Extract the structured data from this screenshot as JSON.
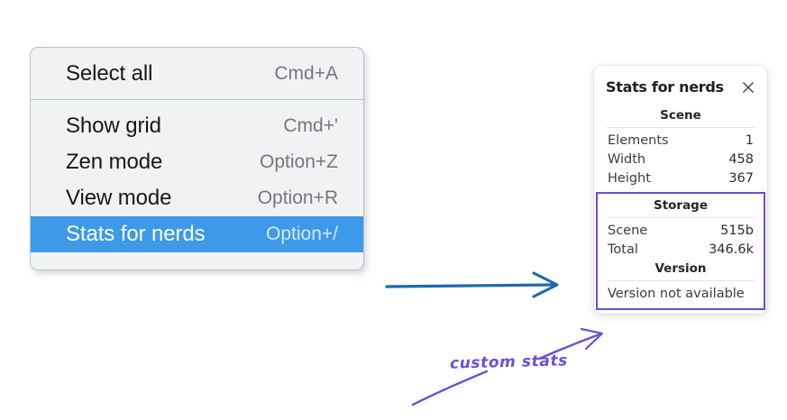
{
  "context_menu": {
    "groups": [
      {
        "name": "group-primary",
        "items": [
          {
            "label": "Select all",
            "shortcut": "Cmd+A",
            "selected": false
          }
        ]
      },
      {
        "name": "group-view",
        "items": [
          {
            "label": "Show grid",
            "shortcut": "Cmd+'",
            "selected": false
          },
          {
            "label": "Zen mode",
            "shortcut": "Option+Z",
            "selected": false
          },
          {
            "label": "View mode",
            "shortcut": "Option+R",
            "selected": false
          },
          {
            "label": "Stats for nerds",
            "shortcut": "Option+/",
            "selected": true
          }
        ]
      }
    ],
    "highlight_color": "#3d9ae8"
  },
  "stats_panel": {
    "title": "Stats for nerds",
    "close_icon": "close-icon",
    "sections": {
      "scene": {
        "heading": "Scene",
        "rows": [
          {
            "label": "Elements",
            "value": "1"
          },
          {
            "label": "Width",
            "value": "458"
          },
          {
            "label": "Height",
            "value": "367"
          }
        ]
      },
      "storage": {
        "heading": "Storage",
        "rows": [
          {
            "label": "Scene",
            "value": "515b"
          },
          {
            "label": "Total",
            "value": "346.6k"
          }
        ]
      },
      "version": {
        "heading": "Version",
        "text": "Version not available"
      }
    },
    "highlight_border_color": "#6f48e0"
  },
  "annotations": {
    "custom_stats_label": "custom stats",
    "blue_arrow_color": "#1f6aab",
    "purple_color": "#6c50d8"
  }
}
